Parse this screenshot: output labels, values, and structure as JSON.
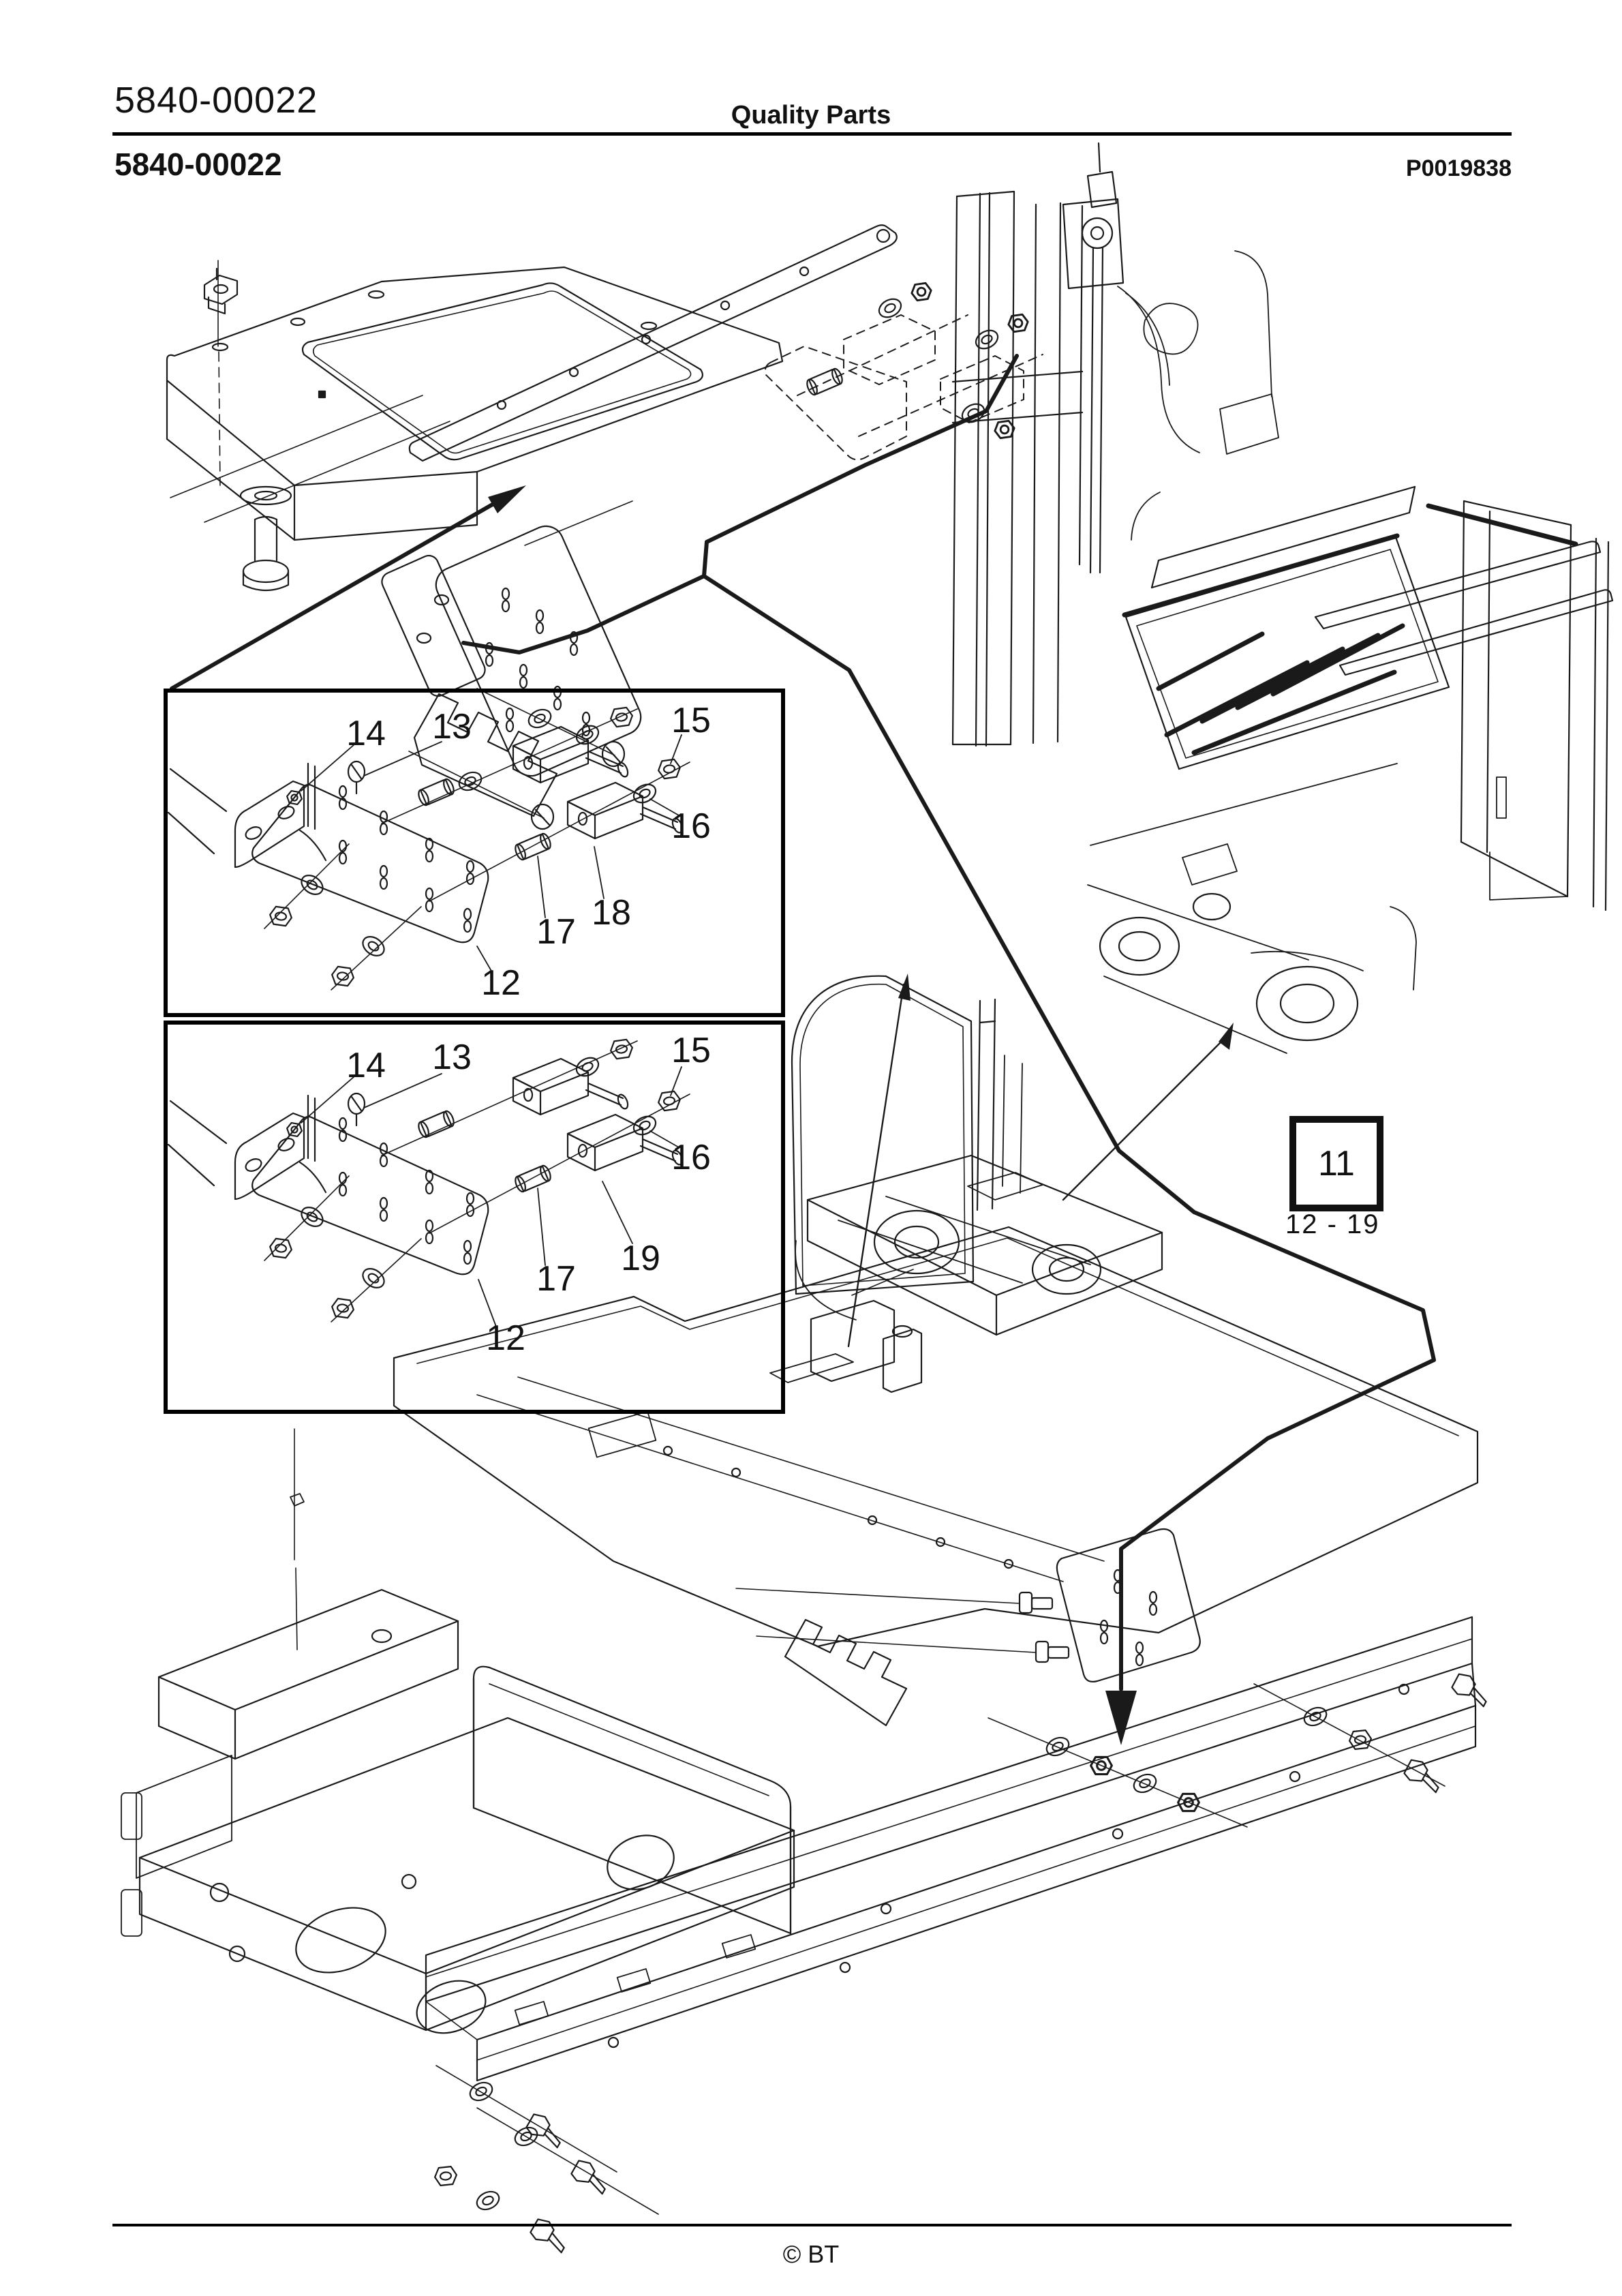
{
  "page": {
    "header": {
      "doc_number": "5840-00022",
      "section_title": "Quality Parts",
      "doc_number_bold": "5840-00022",
      "plate_code": "P0019838"
    },
    "footer": {
      "copyright": "© BT"
    }
  },
  "reference_box": {
    "number": "11",
    "item_range": "12 - 19"
  },
  "detail_box_1": {
    "callouts": [
      "14",
      "13",
      "15",
      "16",
      "17",
      "18",
      "12"
    ]
  },
  "detail_box_2": {
    "callouts": [
      "14",
      "13",
      "15",
      "16",
      "17",
      "19",
      "12"
    ]
  },
  "drawing": {
    "type": "exploded-parts-diagram",
    "views": [
      "sensor-bracket-mounting-assembly",
      "forklift-mast-overview",
      "forklift-chassis-overview",
      "detail-bracket-with-sensors-18",
      "detail-bracket-with-sensors-19",
      "chassis-frame-exploded-view"
    ]
  }
}
